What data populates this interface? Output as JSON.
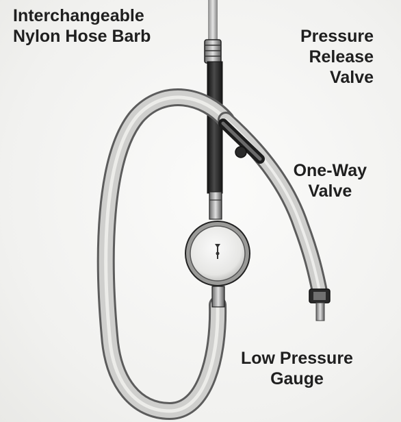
{
  "labels": {
    "hose_barb": {
      "line1": "Interchangeable",
      "line2": "Nylon Hose Barb"
    },
    "pressure_release": {
      "line1": "Pressure",
      "line2": "Release",
      "line3": "Valve"
    },
    "one_way": {
      "line1": "One-Way",
      "line2": "Valve"
    },
    "gauge": {
      "line1": "Low Pressure",
      "line2": "Gauge"
    }
  },
  "colors": {
    "background": "#f7f7f5",
    "text": "#1f1f1f",
    "tube_dark": "#262626",
    "hose": "#c8c8c6",
    "gauge_face": "#ececea"
  }
}
